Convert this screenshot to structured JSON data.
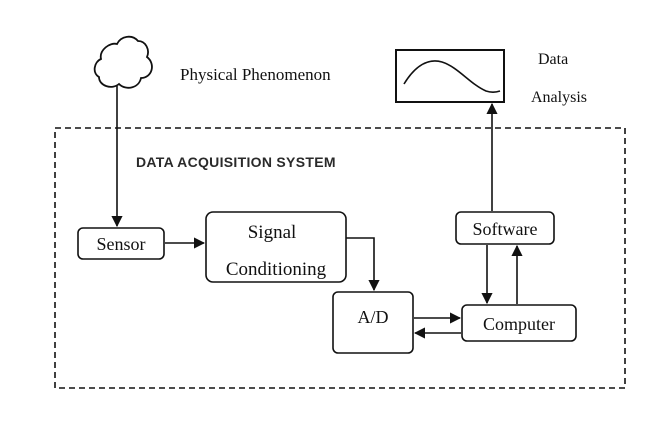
{
  "labels": {
    "phenomenon": "Physical Phenomenon",
    "data_analysis_line1": "Data",
    "data_analysis_line2": "Analysis",
    "system_title": "DATA ACQUISITION SYSTEM"
  },
  "blocks": {
    "sensor": "Sensor",
    "signal_conditioning_line1": "Signal",
    "signal_conditioning_line2": "Conditioning",
    "ad_converter": "A/D",
    "software": "Software",
    "computer": "Computer"
  },
  "colors": {
    "line": "#111111",
    "background": "#ffffff"
  }
}
